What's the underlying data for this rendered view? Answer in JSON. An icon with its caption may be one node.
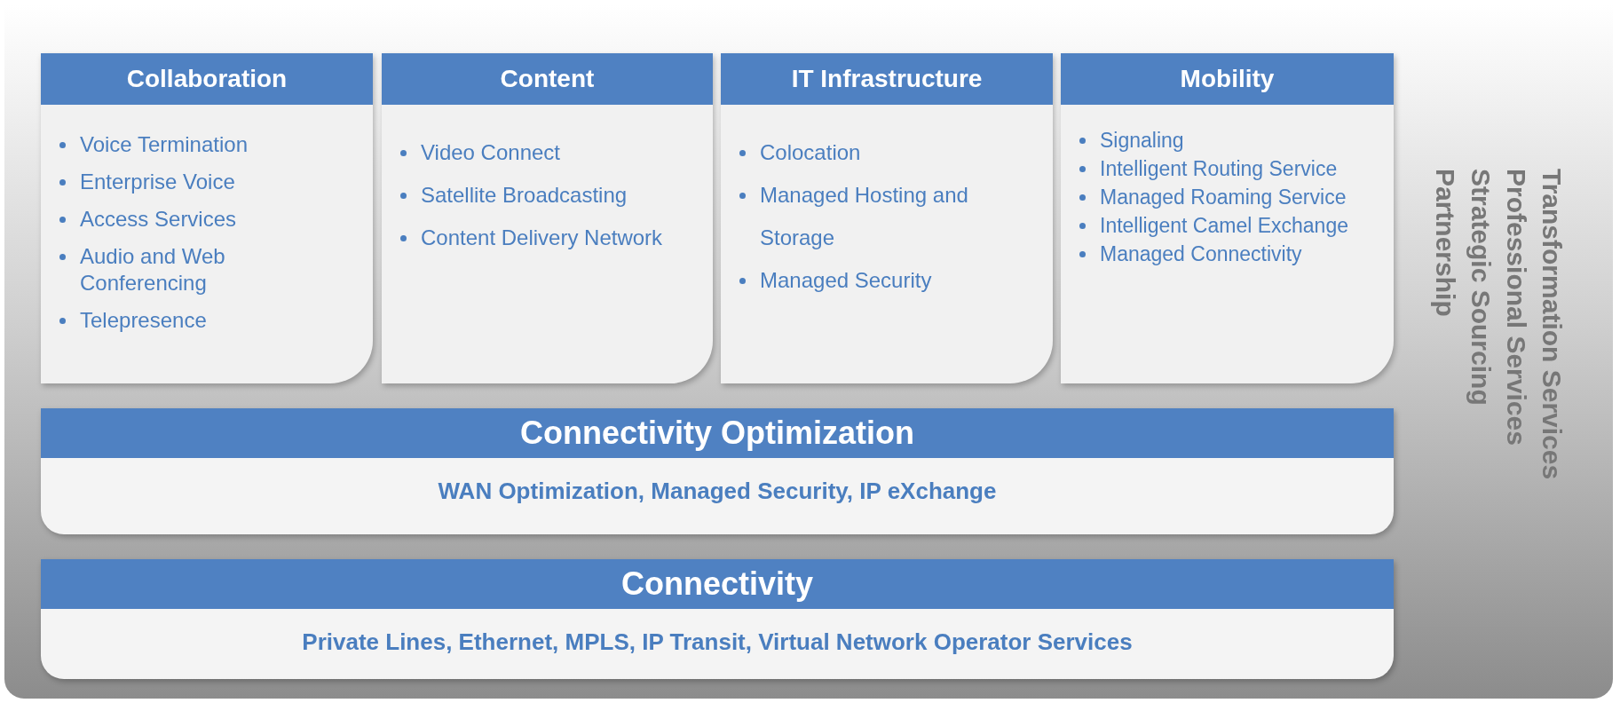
{
  "diagram": {
    "nodes": [
      {
        "text": [
          "Collaboration",
          "Voice Termination",
          "Enterprise Voice",
          "Access Services",
          "Audio and Web Conferencing",
          "Telepresence"
        ]
      },
      {
        "text": [
          "Content",
          "Video Connect",
          "Satellite Broadcasting",
          "Content Delivery Network"
        ]
      },
      {
        "text": [
          "IT Infrastructure",
          "Colocation",
          "Managed Hosting and Storage",
          "Managed Security"
        ]
      },
      {
        "text": [
          "Mobility",
          "Signaling",
          "Intelligent Routing Service",
          "Managed Roaming Service",
          "Intelligent Camel Exchange",
          "Managed Connectivity"
        ]
      },
      {
        "text": [
          "Connectivity Optimization",
          "WAN Optimization, Managed Security, IP eXchange"
        ]
      },
      {
        "text": [
          "Connectivity",
          "Private Lines, Ethernet, MPLS, IP Transit, Virtual Network Operator Services"
        ]
      }
    ],
    "labels": [
      "Transformation Services",
      "Professional Services",
      "Strategic Sourcing",
      "Partnership"
    ]
  }
}
